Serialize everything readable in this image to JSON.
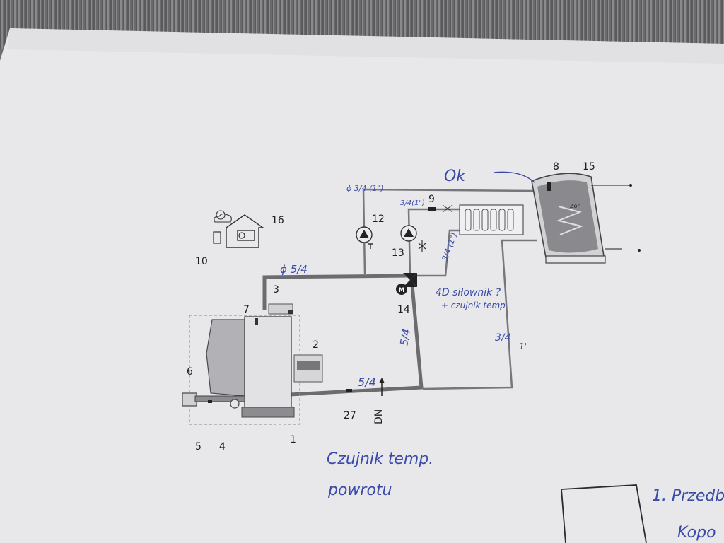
{
  "labels": {
    "n1": "1",
    "n2": "2",
    "n3": "3",
    "n4": "4",
    "n5": "5",
    "n6": "6",
    "n7": "7",
    "n8": "8",
    "n9": "9",
    "n10": "10",
    "n12": "12",
    "n13": "13",
    "n14": "14",
    "n15": "15",
    "n16": "16",
    "n27": "27",
    "dn": "DN"
  },
  "motor_symbol": "M",
  "tank_label": "Zon",
  "handwritten": {
    "ok": "Ok",
    "pipe_main_top": "ϕ 3/4 (1\")",
    "pipe_small_top": "3/4(1\")",
    "pipe_left_top": "ϕ 5/4",
    "pipe_right_mid": "3/4 (1\")",
    "valve_note_1": "4D siłownik ?",
    "valve_note_2": "+ czujnik temp",
    "pipe_right_vertical": "5/4",
    "pipe_bottom": "5/4",
    "pipe_far_right_1": "3/4",
    "pipe_far_right_2": "1\"",
    "return_sensor_1": "Czujnik temp.",
    "return_sensor_2": "powrotu",
    "corner_note_1": "1. Przedb",
    "corner_note_2": "Kopo"
  }
}
